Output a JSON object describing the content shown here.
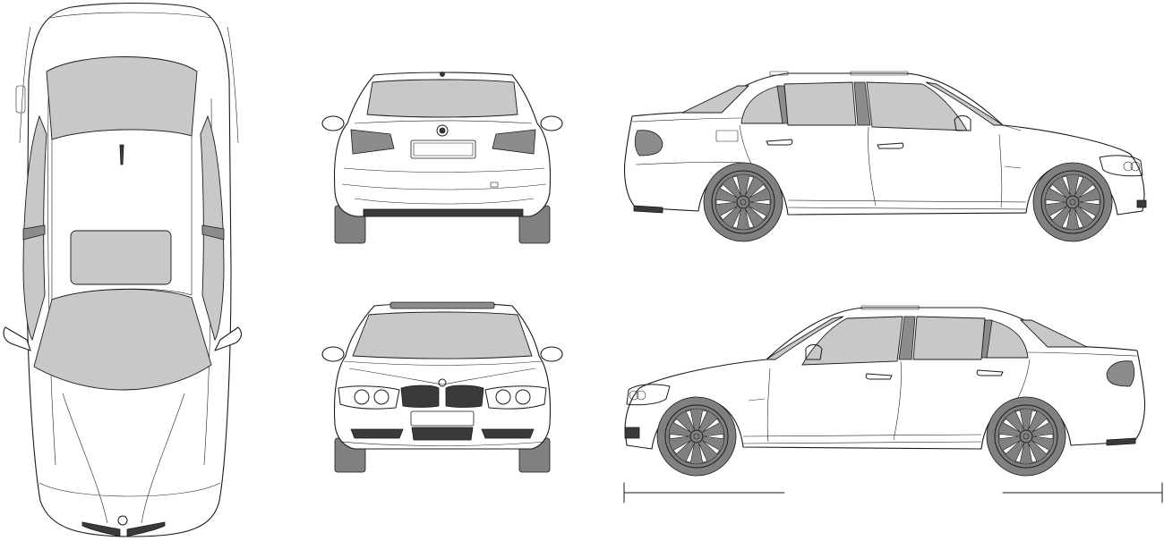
{
  "colors": {
    "background": "#ffffff",
    "outline": "#1a1a1a",
    "glass": "#c8c8c8",
    "tire": "#808080",
    "dark_trim": "#8c8c8c",
    "grille": "#3a3a3a",
    "rim": "#b4b4b4"
  },
  "views": [
    "top",
    "rear",
    "front",
    "right-side",
    "left-side"
  ],
  "icons": [
    "brand-roundel-icon",
    "kidney-grille-icon"
  ]
}
